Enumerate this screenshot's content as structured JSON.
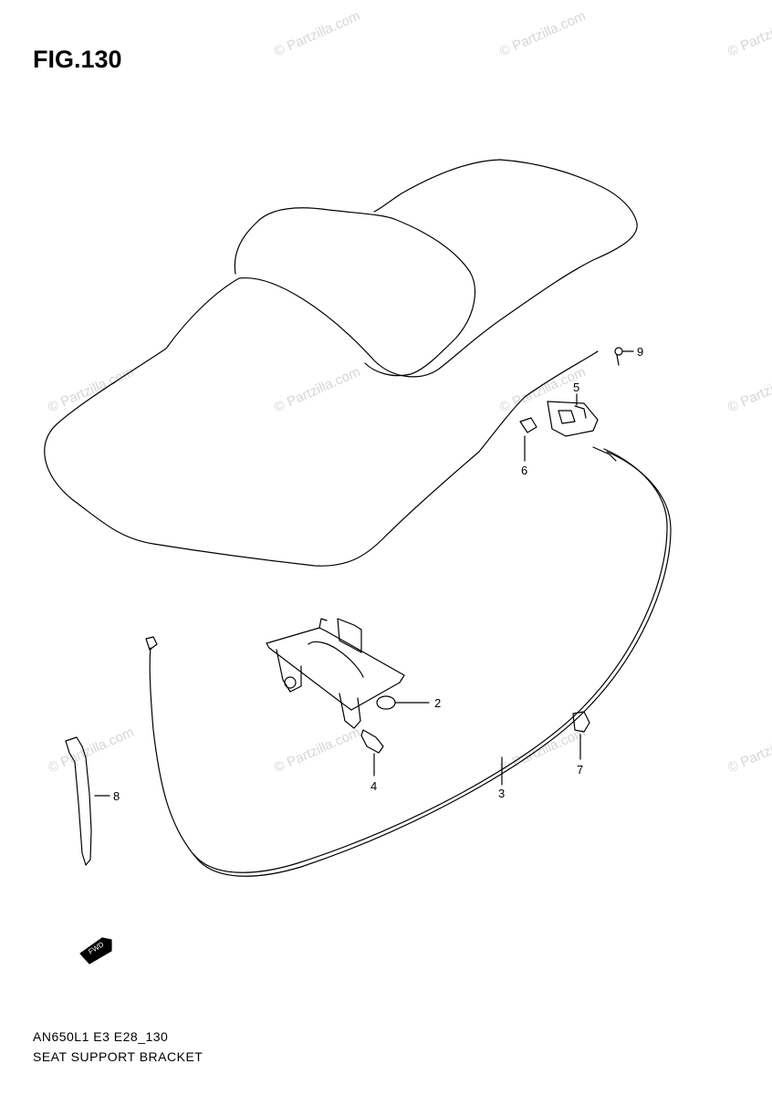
{
  "figure": {
    "title": "FIG.130",
    "footer_code": "AN650L1 E3 E28_130",
    "footer_title": "SEAT SUPPORT BRACKET"
  },
  "watermark": "© Partzilla.com",
  "fwd_label": "FWD",
  "callouts": [
    {
      "id": "2",
      "label": "2"
    },
    {
      "id": "3",
      "label": "3"
    },
    {
      "id": "4",
      "label": "4"
    },
    {
      "id": "5",
      "label": "5"
    },
    {
      "id": "6",
      "label": "6"
    },
    {
      "id": "7",
      "label": "7"
    },
    {
      "id": "8",
      "label": "8"
    },
    {
      "id": "9",
      "label": "9"
    }
  ]
}
